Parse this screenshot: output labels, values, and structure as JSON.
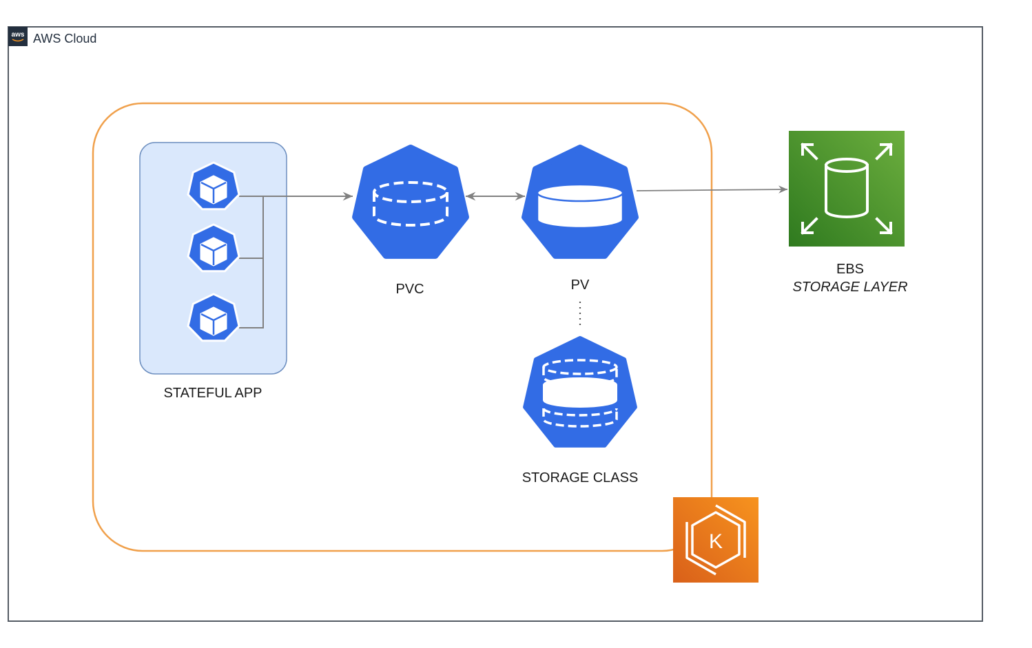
{
  "cloud": {
    "label": "AWS Cloud",
    "logo_text": "aws"
  },
  "nodes": {
    "stateful_app": {
      "label": "STATEFUL APP"
    },
    "pvc": {
      "label": "PVC"
    },
    "pv": {
      "label": "PV"
    },
    "storage_class": {
      "label": "STORAGE CLASS"
    },
    "ebs": {
      "label": "EBS",
      "sublabel": "STORAGE LAYER"
    },
    "eks_badge": {
      "letter": "K"
    }
  },
  "colors": {
    "cloud_border": "#545b64",
    "cluster_border": "#f0a04b",
    "stateful_fill": "#dae8fc",
    "stateful_border": "#6c8ebf",
    "k8s_blue": "#326ce5",
    "ebs_green_top": "#6cae3e",
    "ebs_green_bottom": "#2f7a1f",
    "eks_orange_top": "#f7931e",
    "eks_orange_bottom": "#d9601a",
    "connector": "#808080"
  }
}
